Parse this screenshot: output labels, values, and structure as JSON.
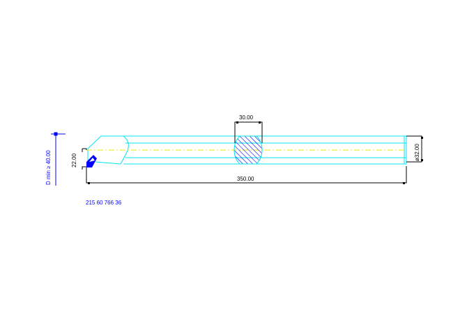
{
  "drawing": {
    "dim_min_bore": "D min ≥ 40.00",
    "dim_height": "22.00",
    "dim_section_width": "30.00",
    "dim_diameter": "ø32.00",
    "dim_length": "350.00",
    "part_number": "215 60 766 36"
  },
  "colors": {
    "outline": "#00e5f0",
    "center": "#e8e800",
    "dim": "#000000",
    "blue": "#0000ff"
  }
}
